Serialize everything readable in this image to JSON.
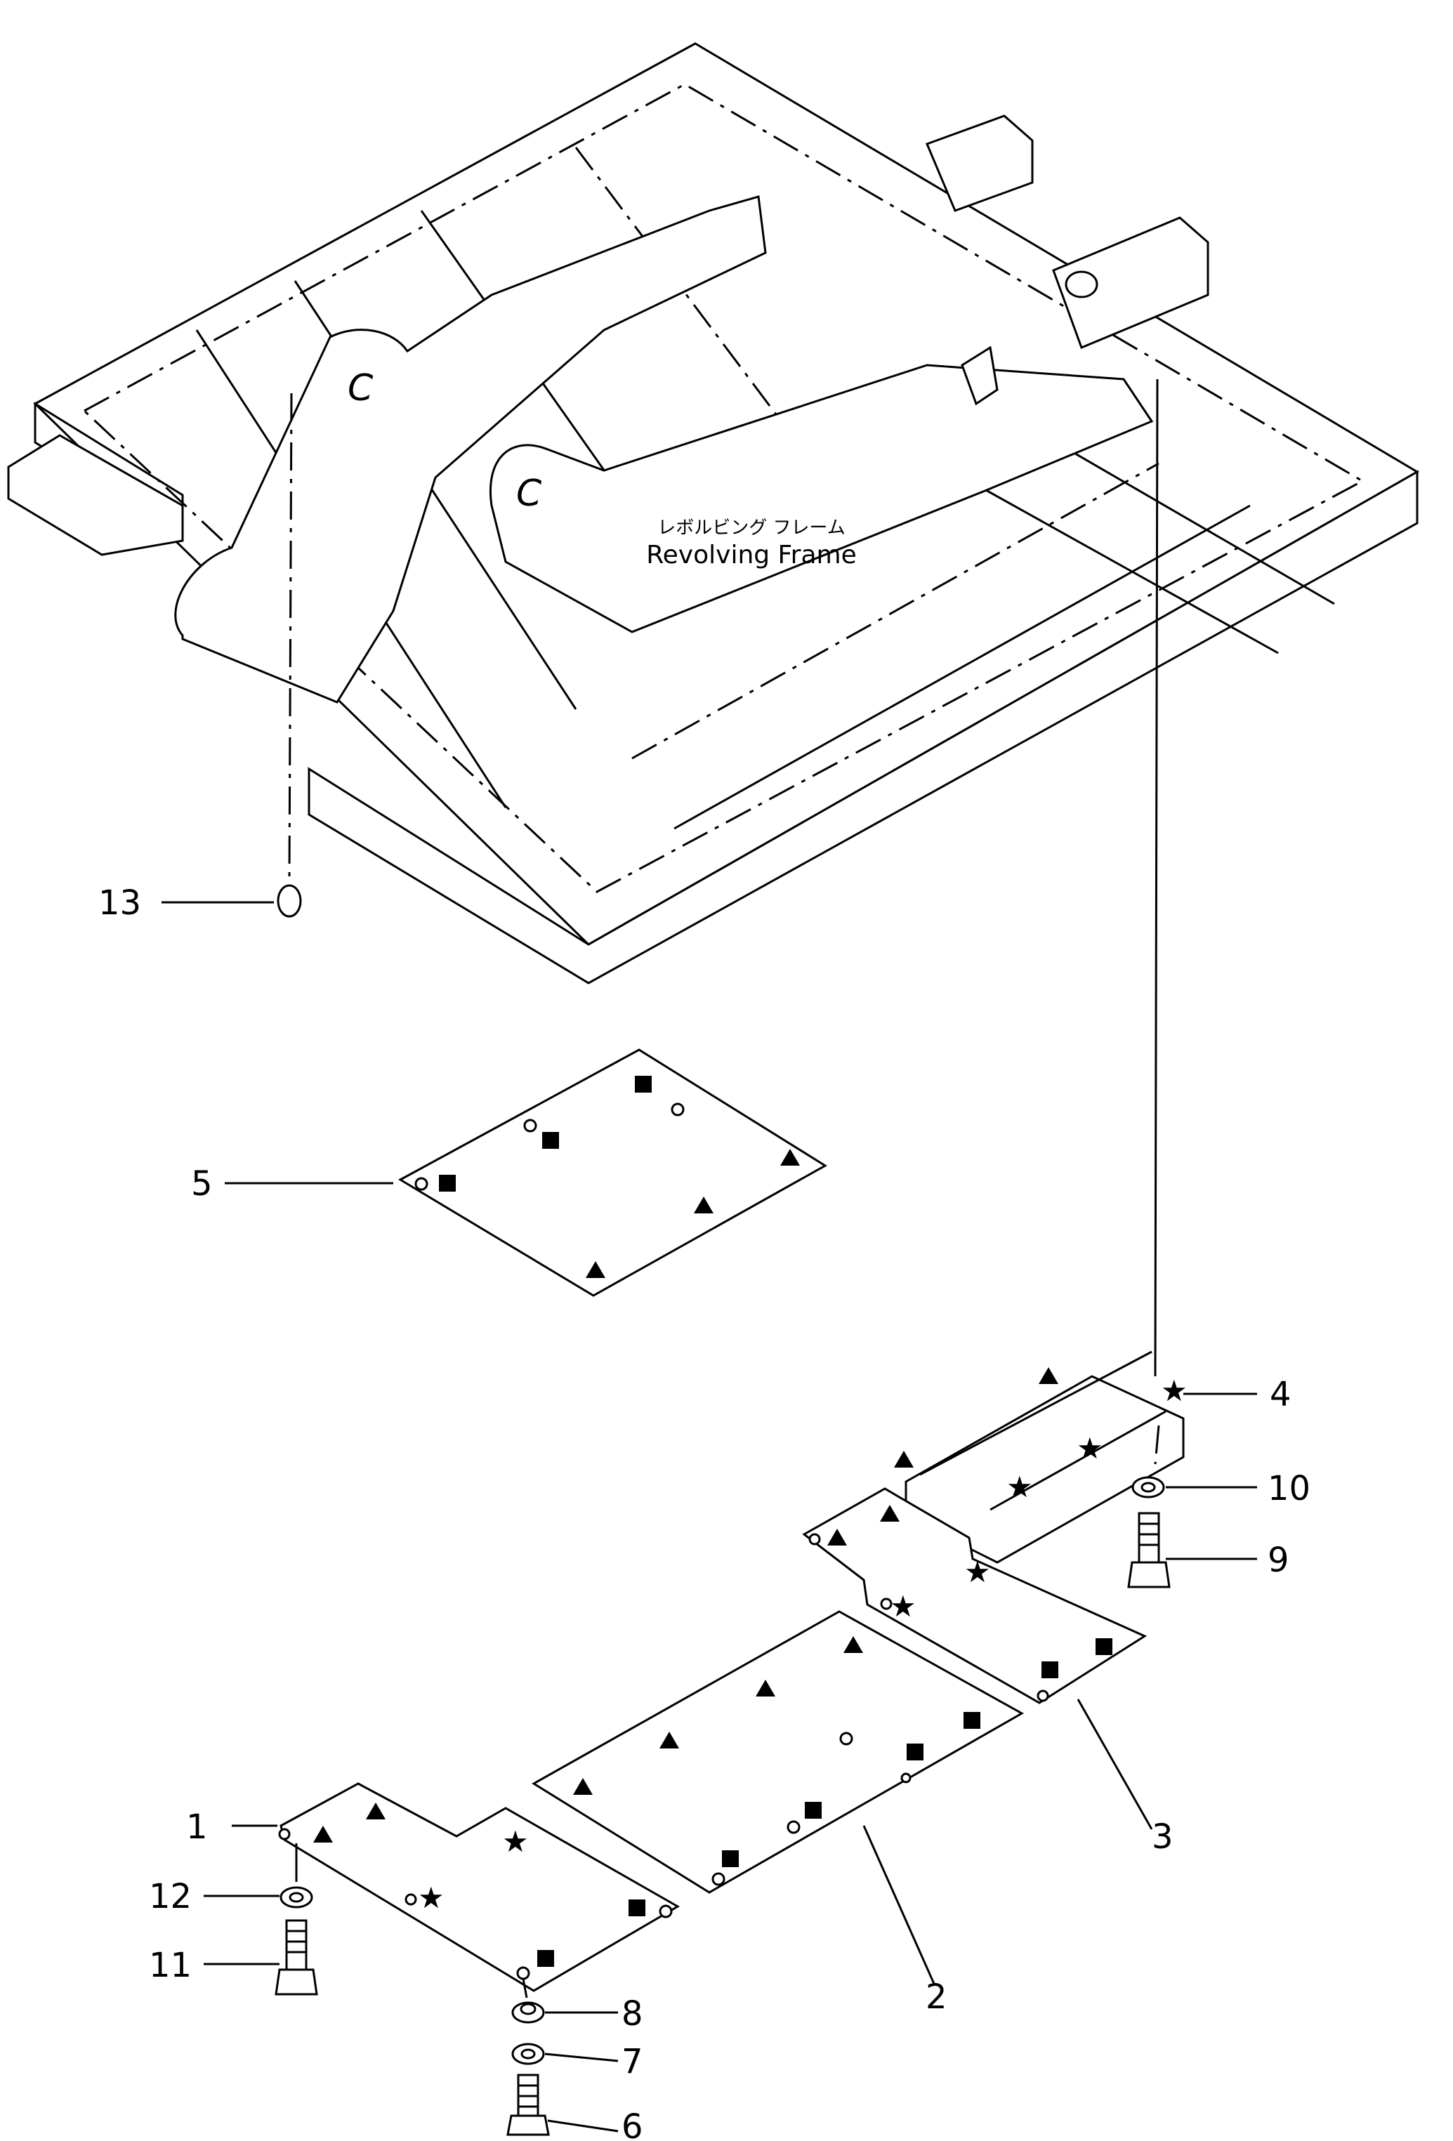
{
  "frame": {
    "label_jp": "レボルビング フレーム",
    "label_en": "Revolving Frame"
  },
  "callouts": [
    "1",
    "2",
    "3",
    "4",
    "5",
    "6",
    "7",
    "8",
    "9",
    "10",
    "11",
    "12",
    "13"
  ],
  "marks": {
    "square": "■",
    "triangle": "▲",
    "star": "★"
  },
  "colors": {
    "line": "#000000",
    "background": "#ffffff"
  }
}
